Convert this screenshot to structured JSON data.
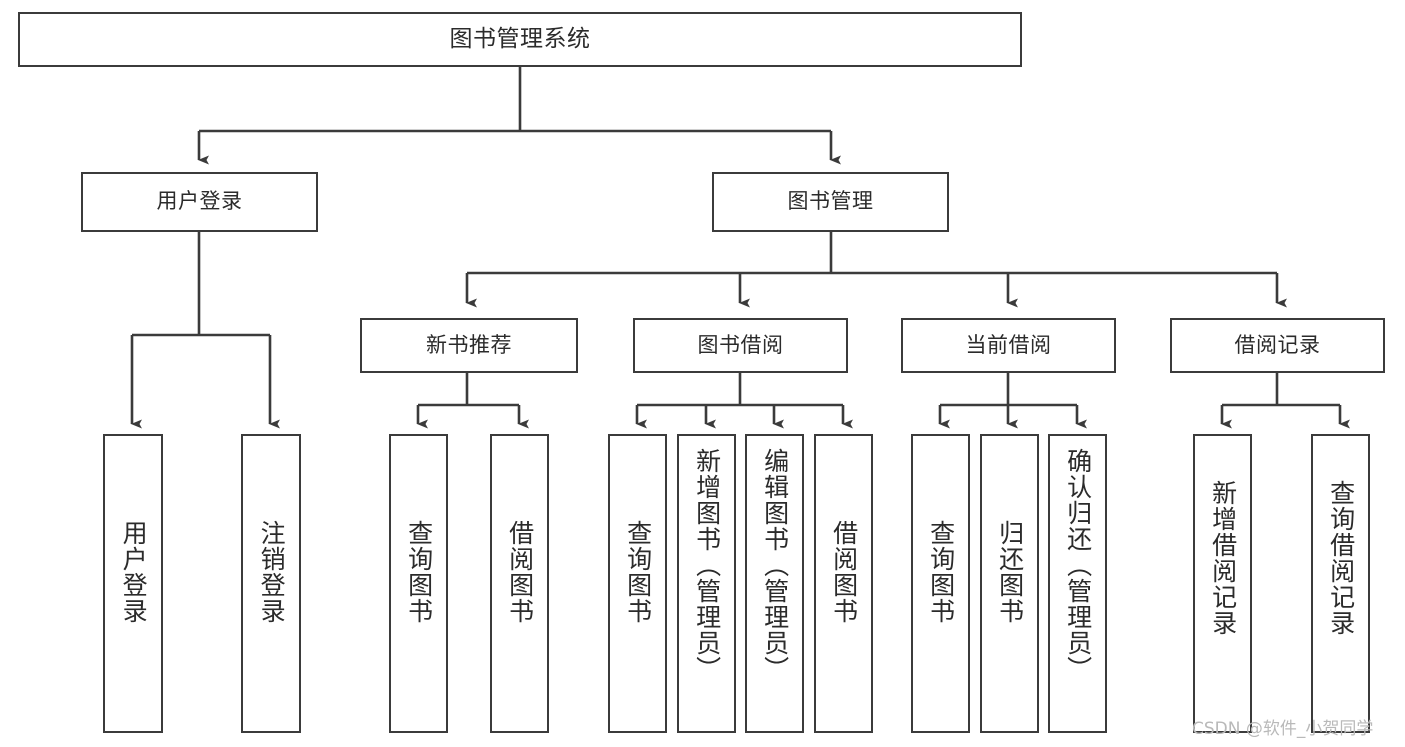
{
  "diagram": {
    "type": "hierarchy-tree",
    "title": "图书管理系统",
    "colors": {
      "background": "#ffffff",
      "stroke": "#3b3b3b",
      "text": "#2b2b2b",
      "watermark": "#b9b9b9"
    },
    "levels": {
      "root": {
        "label": "图书管理系统"
      },
      "level1": [
        {
          "label": "用户登录"
        },
        {
          "label": "图书管理"
        }
      ],
      "level2": [
        {
          "label": "新书推荐"
        },
        {
          "label": "图书借阅"
        },
        {
          "label": "当前借阅"
        },
        {
          "label": "借阅记录"
        }
      ],
      "level3": {
        "user_login": [
          {
            "label": "用户登录"
          },
          {
            "label": "注销登录"
          }
        ],
        "new_book_recommend": [
          {
            "label": "查询图书"
          },
          {
            "label": "借阅图书"
          }
        ],
        "book_borrow": [
          {
            "label": "查询图书"
          },
          {
            "label": "新增图书（管理员）"
          },
          {
            "label": "编辑图书（管理员）"
          },
          {
            "label": "借阅图书"
          }
        ],
        "current_borrow": [
          {
            "label": "查询图书"
          },
          {
            "label": "归还图书"
          },
          {
            "label": "确认归还（管理员）"
          }
        ],
        "borrow_record": [
          {
            "label": "新增借阅记录"
          },
          {
            "label": "查询借阅记录"
          }
        ]
      }
    }
  },
  "watermark": {
    "text": "CSDN @软件_小贺同学"
  }
}
